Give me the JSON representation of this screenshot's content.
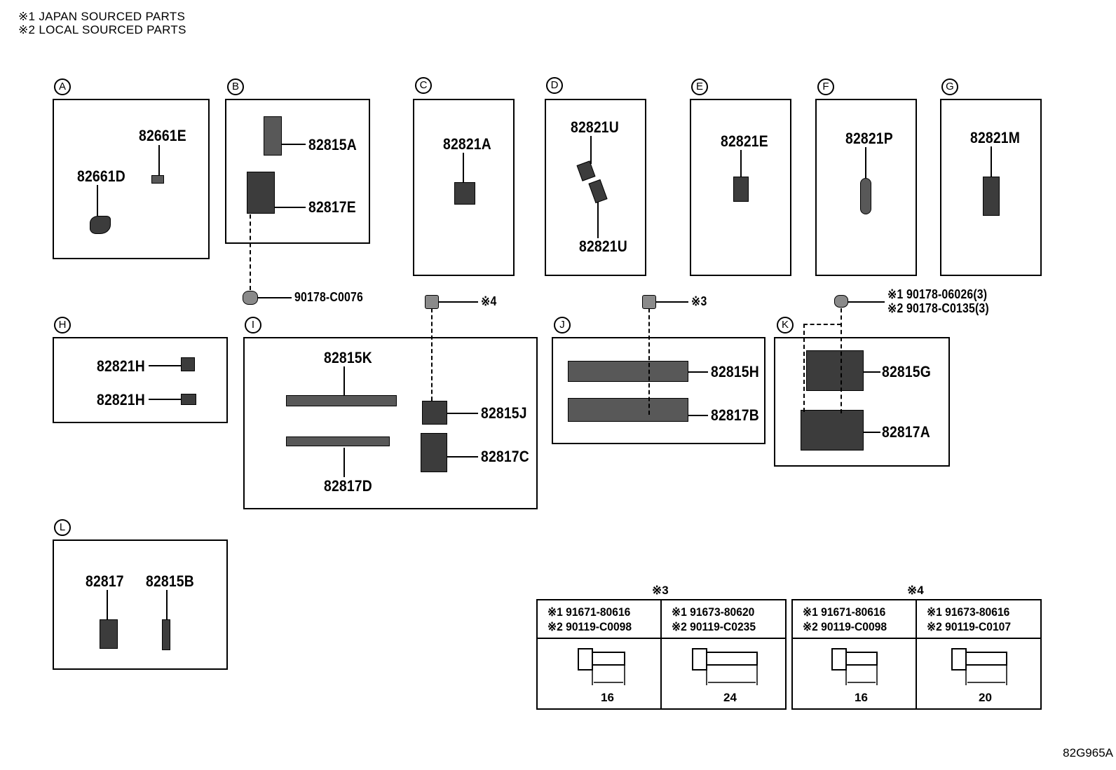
{
  "legend": {
    "line1": "※1 JAPAN SOURCED PARTS",
    "line2": "※2 LOCAL SOURCED PARTS"
  },
  "groups": {
    "A": {
      "label": "A",
      "parts": [
        "82661E",
        "82661D"
      ]
    },
    "B": {
      "label": "B",
      "parts": [
        "82815A",
        "82817E"
      ]
    },
    "C": {
      "label": "C",
      "parts": [
        "82821A"
      ]
    },
    "D": {
      "label": "D",
      "parts": [
        "82821U",
        "82821U"
      ]
    },
    "E": {
      "label": "E",
      "parts": [
        "82821E"
      ]
    },
    "F": {
      "label": "F",
      "parts": [
        "82821P"
      ]
    },
    "G": {
      "label": "G",
      "parts": [
        "82821M"
      ]
    },
    "H": {
      "label": "H",
      "parts": [
        "82821H",
        "82821H"
      ]
    },
    "I": {
      "label": "I",
      "parts": [
        "82815K",
        "82815J",
        "82817C",
        "82817D"
      ]
    },
    "J": {
      "label": "J",
      "parts": [
        "82815H",
        "82817B"
      ]
    },
    "K": {
      "label": "K",
      "parts": [
        "82815G",
        "82817A"
      ]
    },
    "L": {
      "label": "L",
      "parts": [
        "82817",
        "82815B"
      ]
    }
  },
  "fasteners": {
    "b_clip": "90178-C0076",
    "i_bolt": "※4",
    "j_bolt": "※3",
    "k_clip_1": "※1 90178-06026(3)",
    "k_clip_2": "※2 90178-C0135(3)"
  },
  "tables": {
    "t3": {
      "title": "※3",
      "cols": [
        {
          "line1": "※1 91671-80616",
          "line2": "※2 90119-C0098",
          "dim": "16"
        },
        {
          "line1": "※1 91673-80620",
          "line2": "※2 90119-C0235",
          "dim": "24"
        }
      ]
    },
    "t4": {
      "title": "※4",
      "cols": [
        {
          "line1": "※1 91671-80616",
          "line2": "※2 90119-C0098",
          "dim": "16"
        },
        {
          "line1": "※1 91673-80616",
          "line2": "※2 90119-C0107",
          "dim": "20"
        }
      ]
    }
  },
  "diagram_id": "82G965A"
}
